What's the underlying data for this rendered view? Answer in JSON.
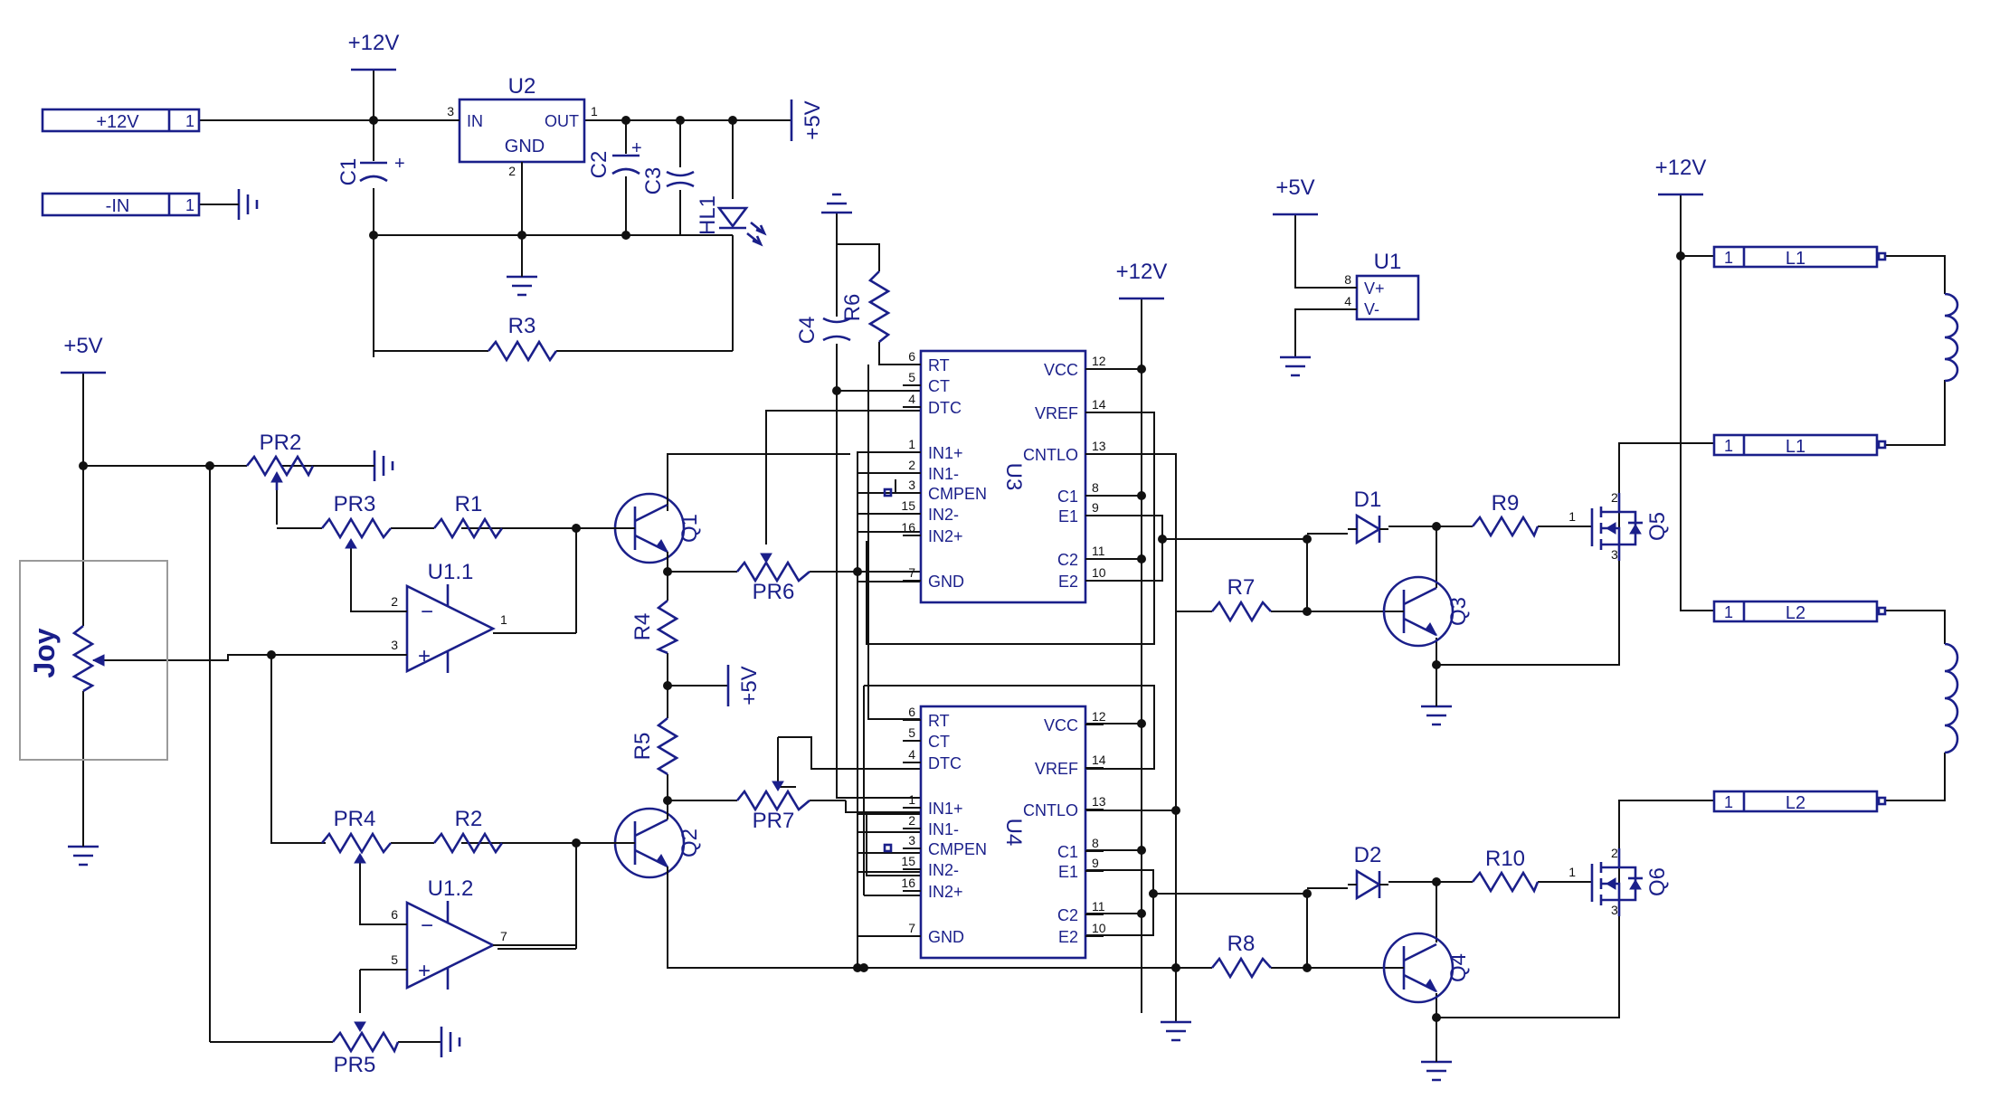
{
  "rails": {
    "p12": "+12V",
    "p5": "+5V"
  },
  "connectors": {
    "p12": {
      "name": "+12V",
      "pin": "1"
    },
    "nin": {
      "name": "-IN",
      "pin": "1"
    },
    "l1a": {
      "name": "L1",
      "pin": "1"
    },
    "l1b": {
      "name": "L1",
      "pin": "1"
    },
    "l2a": {
      "name": "L2",
      "pin": "1"
    },
    "l2b": {
      "name": "L2",
      "pin": "1"
    }
  },
  "parts": {
    "U2": "U2",
    "U2_in": "IN",
    "U2_out": "OUT",
    "U2_gnd": "GND",
    "C1": "C1",
    "C2": "C2",
    "C3": "C3",
    "C4": "C4",
    "HL1": "HL1",
    "R1": "R1",
    "R2": "R2",
    "R3": "R3",
    "R4": "R4",
    "R5": "R5",
    "R6": "R6",
    "R7": "R7",
    "R8": "R8",
    "R9": "R9",
    "R10": "R10",
    "PR2": "PR2",
    "PR3": "PR3",
    "PR4": "PR4",
    "PR5": "PR5",
    "PR6": "PR6",
    "PR7": "PR7",
    "U1": "U1",
    "U1_vp": "V+",
    "U1_vm": "V-",
    "U11": "U1.1",
    "U12": "U1.2",
    "Q1": "Q1",
    "Q2": "Q2",
    "Q3": "Q3",
    "Q4": "Q4",
    "Q5": "Q5",
    "Q6": "Q6",
    "D1": "D1",
    "D2": "D2",
    "Joy": "Joy",
    "U3": "U3",
    "U4": "U4"
  },
  "pwm_pins": {
    "left": [
      {
        "num": "6",
        "name": "RT"
      },
      {
        "num": "5",
        "name": "CT"
      },
      {
        "num": "4",
        "name": "DTC"
      },
      {
        "num": "1",
        "name": "IN1+"
      },
      {
        "num": "2",
        "name": "IN1-"
      },
      {
        "num": "3",
        "name": "CMPEN"
      },
      {
        "num": "15",
        "name": "IN2-"
      },
      {
        "num": "16",
        "name": "IN2+"
      },
      {
        "num": "7",
        "name": "GND"
      }
    ],
    "right": [
      {
        "num": "12",
        "name": "VCC"
      },
      {
        "num": "14",
        "name": "VREF"
      },
      {
        "num": "13",
        "name": "CNTLO"
      },
      {
        "num": "8",
        "name": "C1"
      },
      {
        "num": "9",
        "name": "E1"
      },
      {
        "num": "11",
        "name": "C2"
      },
      {
        "num": "10",
        "name": "E2"
      }
    ]
  },
  "pins": {
    "u2_in": "3",
    "u2_out": "1",
    "u2_gnd": "2",
    "u1_v8": "8",
    "u1_v4": "4",
    "oa1_m": "2",
    "oa1_p": "3",
    "oa1_o": "1",
    "oa2_m": "6",
    "oa2_p": "5",
    "oa2_o": "7",
    "q5_g": "1",
    "q5_d": "2",
    "q5_s": "3",
    "q6_g": "1",
    "q6_d": "2",
    "q6_s": "3"
  },
  "signs": {
    "minus": "−",
    "plus": "+",
    "cap_plus": "+"
  },
  "colors": {
    "component": "#1a1f8a",
    "wire": "#111111",
    "joystick_box": "#9a9a9a"
  }
}
